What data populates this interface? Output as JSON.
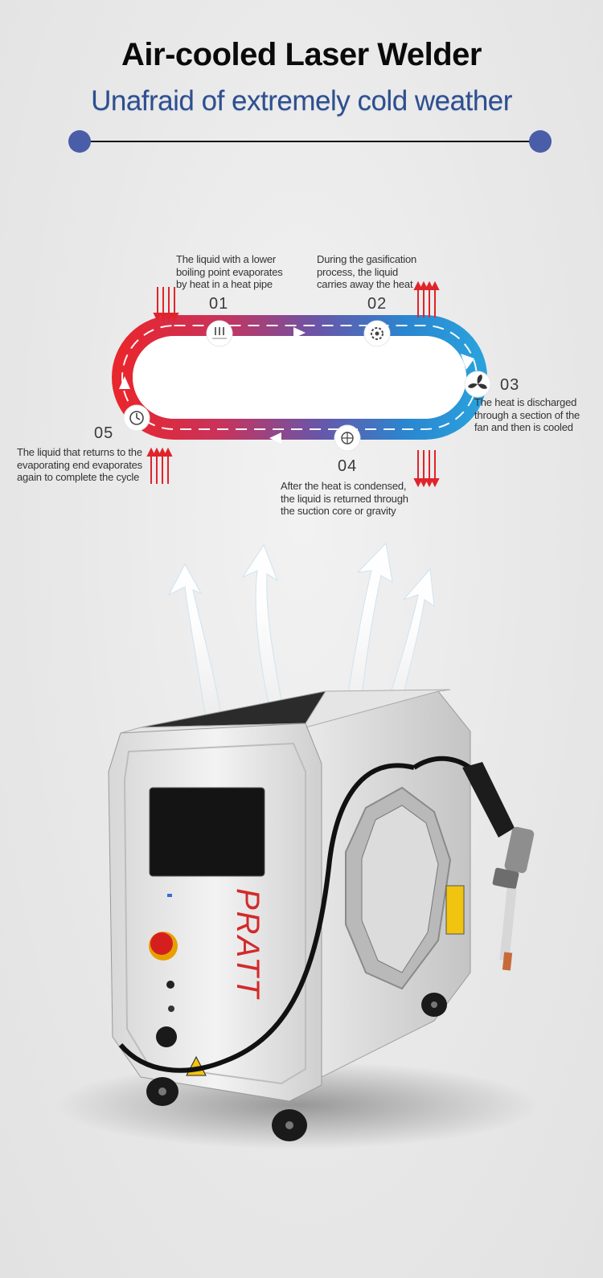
{
  "header": {
    "title": "Air-cooled Laser Welder",
    "subtitle": "Unafraid of extremely cold weather"
  },
  "cycle": {
    "steps": [
      {
        "number": "01",
        "text_lines": [
          "The liquid with a lower",
          "boiling point evaporates",
          "by heat in a heat pipe"
        ],
        "icon": "heat-pipe-icon"
      },
      {
        "number": "02",
        "text_lines": [
          "During the gasification",
          "process, the liquid",
          "carries away the heat"
        ],
        "icon": "gear-icon"
      },
      {
        "number": "03",
        "text_lines": [
          "The heat is discharged",
          "through a section of the",
          "fan and then is cooled"
        ],
        "icon": "fan-icon"
      },
      {
        "number": "04",
        "text_lines": [
          "After the heat is condensed,",
          "the liquid is returned through",
          "the suction core or gravity"
        ],
        "icon": "globe-icon"
      },
      {
        "number": "05",
        "text_lines": [
          "The liquid that returns to the",
          "evaporating end evaporates",
          "again to complete the cycle"
        ],
        "icon": "cycle-clock-icon"
      }
    ]
  },
  "machine": {
    "brand": "PRATT"
  },
  "colors": {
    "title": "#0a0a0a",
    "subtitle": "#2e4f8f",
    "accent_dot": "#4a5da8",
    "hot": "#e8262e",
    "cold": "#2a9ad8",
    "mid": "#7a4a9a",
    "brand": "#d22a2a"
  }
}
